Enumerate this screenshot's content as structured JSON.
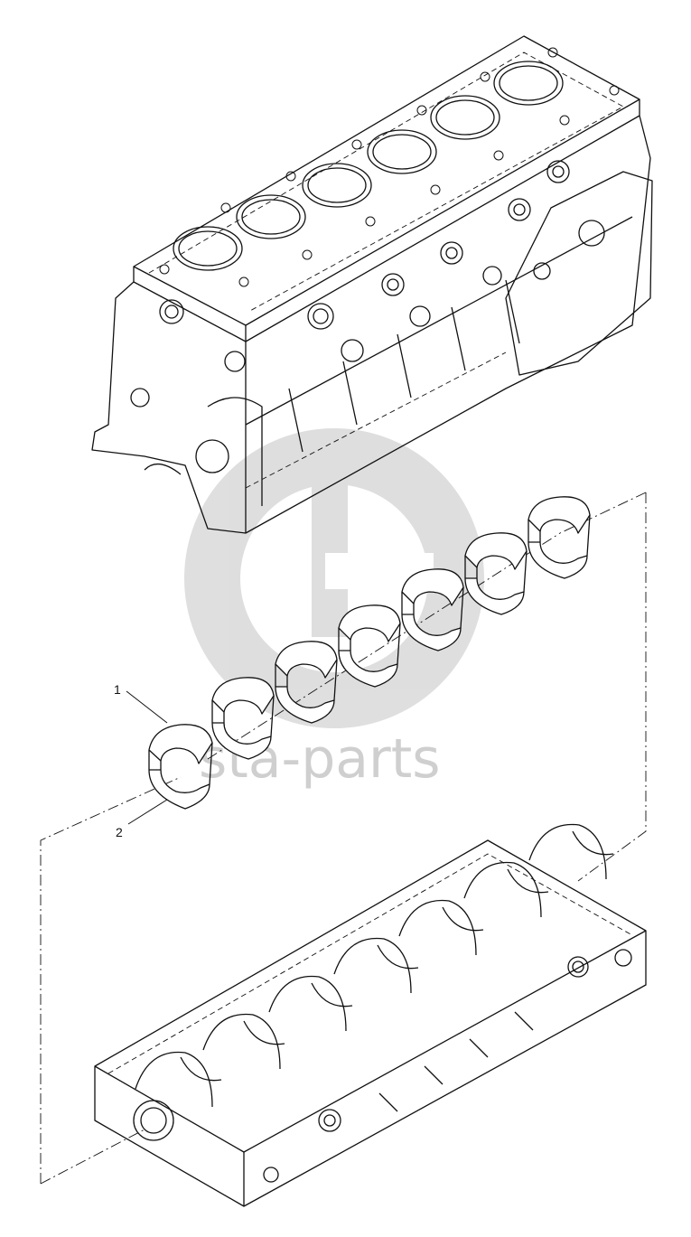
{
  "diagram": {
    "callouts": [
      {
        "id": "1",
        "label": "1"
      },
      {
        "id": "2",
        "label": "2"
      }
    ],
    "watermark": {
      "text": "sta-parts",
      "color": "#cfcfcf"
    },
    "colors": {
      "line": "#111111",
      "background": "#ffffff"
    }
  }
}
